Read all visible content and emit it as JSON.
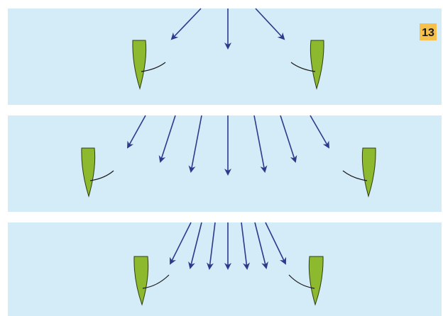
{
  "badge": {
    "number": "13"
  },
  "colors": {
    "panel": "#d4ebf8",
    "arrow": "#2d3a8c",
    "boat_fill": "#8db92e",
    "boat_stroke": "#2f3d10",
    "badge_bg": "#f5c14b",
    "badge_text": "#1a1a1a",
    "line": "#1a1a1a"
  },
  "panels": [
    {
      "id": "panel-1",
      "arrow_count": 3,
      "boats": [
        "left",
        "right"
      ]
    },
    {
      "id": "panel-2",
      "arrow_count": 7,
      "boats": [
        "left",
        "right"
      ]
    },
    {
      "id": "panel-3",
      "arrow_count": 7,
      "boats": [
        "left",
        "right"
      ]
    }
  ],
  "icons": [
    "boat-icon",
    "arrow-icon"
  ]
}
